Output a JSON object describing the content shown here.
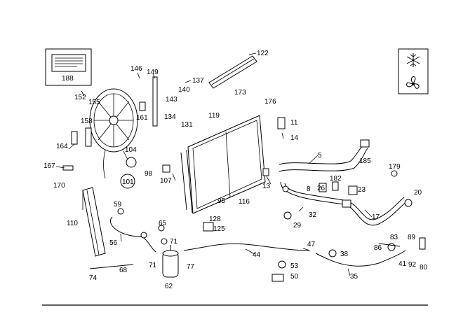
{
  "diagram": {
    "labels": [
      "122",
      "188",
      "146",
      "149",
      "137",
      "140",
      "143",
      "152",
      "155",
      "161",
      "134",
      "173",
      "176",
      "119",
      "11",
      "14",
      "158",
      "131",
      "164",
      "104",
      "167",
      "101",
      "98",
      "107",
      "5",
      "185",
      "179",
      "170",
      "13",
      "182",
      "8",
      "26",
      "23",
      "20",
      "116",
      "95",
      "59",
      "32",
      "17",
      "110",
      "65",
      "128",
      "125",
      "29",
      "71",
      "56",
      "83",
      "89",
      "86",
      "71",
      "44",
      "47",
      "38",
      "41",
      "92",
      "80",
      "68",
      "77",
      "74",
      "53",
      "62",
      "35",
      "50"
    ],
    "box_icons": [
      "info-label-icon",
      "snowflake-icon",
      "fan-icon"
    ]
  }
}
